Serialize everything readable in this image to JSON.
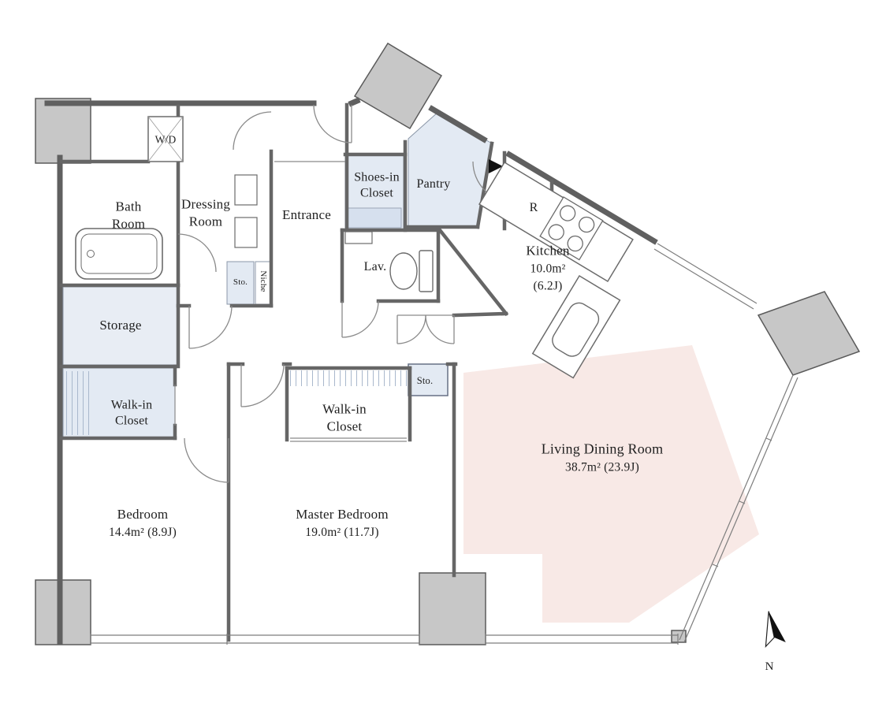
{
  "floor_plan": {
    "rooms": {
      "washer_dryer": {
        "label": "W/D"
      },
      "bath_room": {
        "line1": "Bath",
        "line2": "Room"
      },
      "dressing_room": {
        "line1": "Dressing",
        "line2": "Room"
      },
      "entrance": {
        "label": "Entrance"
      },
      "shoes_in_closet": {
        "line1": "Shoes-in",
        "line2": "Closet"
      },
      "pantry": {
        "label": "Pantry"
      },
      "refrigerator": {
        "label": "R"
      },
      "kitchen": {
        "name": "Kitchen",
        "area_sqm": "10.0m²",
        "area_jo": "(6.2J)"
      },
      "lavatory": {
        "label": "Lav."
      },
      "storage_hall": {
        "label": "Sto."
      },
      "niche": {
        "label": "Niche"
      },
      "storage": {
        "label": "Storage"
      },
      "walk_in_closet_west": {
        "line1": "Walk-in",
        "line2": "Closet"
      },
      "walk_in_closet_master": {
        "line1": "Walk-in",
        "line2": "Closet"
      },
      "storage_living": {
        "label": "Sto."
      },
      "bedroom": {
        "name": "Bedroom",
        "area": "14.4m² (8.9J)"
      },
      "master_bedroom": {
        "name": "Master Bedroom",
        "area": "19.0m² (11.7J)"
      },
      "living_dining_room": {
        "name": "Living Dining Room",
        "area": "38.7m² (23.9J)"
      }
    },
    "compass": {
      "north_label": "N"
    },
    "colors": {
      "wall_fill": "#c7c7c7",
      "wall_line": "#5e5e5e",
      "closet_fill": "#e3eaf3",
      "storage_fill": "#e8edf4",
      "shelf_fill": "#d6e0ee",
      "living_dining_fill": "#f8e9e6",
      "hatch_line": "#a9b8cc"
    }
  }
}
